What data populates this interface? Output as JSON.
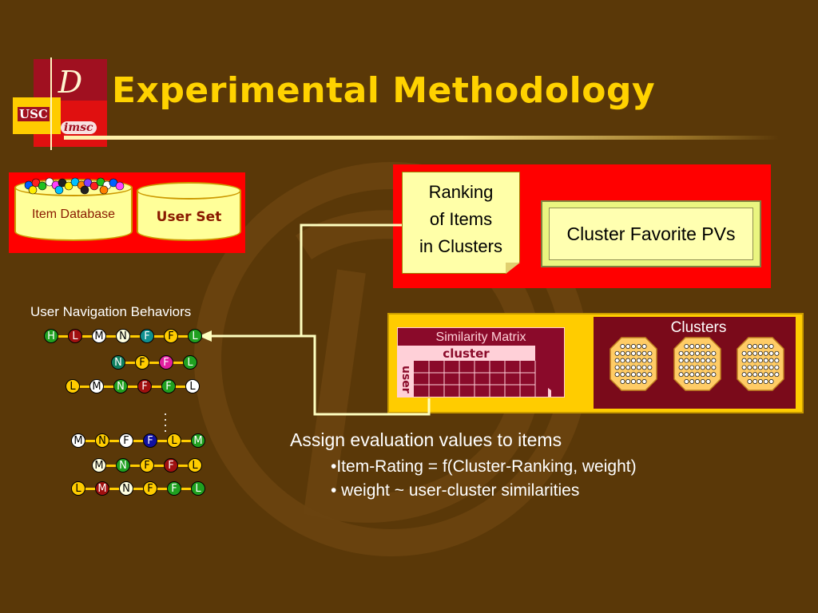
{
  "title": "Experimental Methodology",
  "logo": {
    "usc": "USC",
    "imsc": "imsc"
  },
  "databases": {
    "item_db": "Item Database",
    "user_set": "User Set"
  },
  "ranking": {
    "lines": [
      "Ranking",
      "of Items",
      "in Clusters"
    ]
  },
  "favorite": "Cluster Favorite PVs",
  "matrix": {
    "title": "Similarity Matrix",
    "cluster": "cluster",
    "user": "user"
  },
  "clusters": {
    "title": "Clusters"
  },
  "navigation": {
    "title": "User Navigation Behaviors",
    "sequences": [
      [
        "H",
        "L",
        "M",
        "N",
        "F",
        "F",
        "L"
      ],
      [
        "N",
        "F",
        "F",
        "L"
      ],
      [
        "L",
        "M",
        "N",
        "F",
        "F",
        "L"
      ],
      [
        "M",
        "N",
        "F",
        "F",
        "L",
        "M"
      ],
      [
        "M",
        "N",
        "F",
        "F",
        "L"
      ],
      [
        "L",
        "M",
        "N",
        "F",
        "F",
        "L"
      ]
    ],
    "more": "......"
  },
  "assign": {
    "heading": "Assign evaluation values to items",
    "bullets": [
      "•Item-Rating = f(Cluster-Ranking, weight)",
      "• weight ~ user-cluster similarities"
    ]
  },
  "colors": {
    "background": "#5a3808",
    "title": "#ffd200",
    "accent_red": "#ff0000",
    "panel_yellow": "#ffcc00",
    "matrix_maroon": "#8a0a2a"
  }
}
